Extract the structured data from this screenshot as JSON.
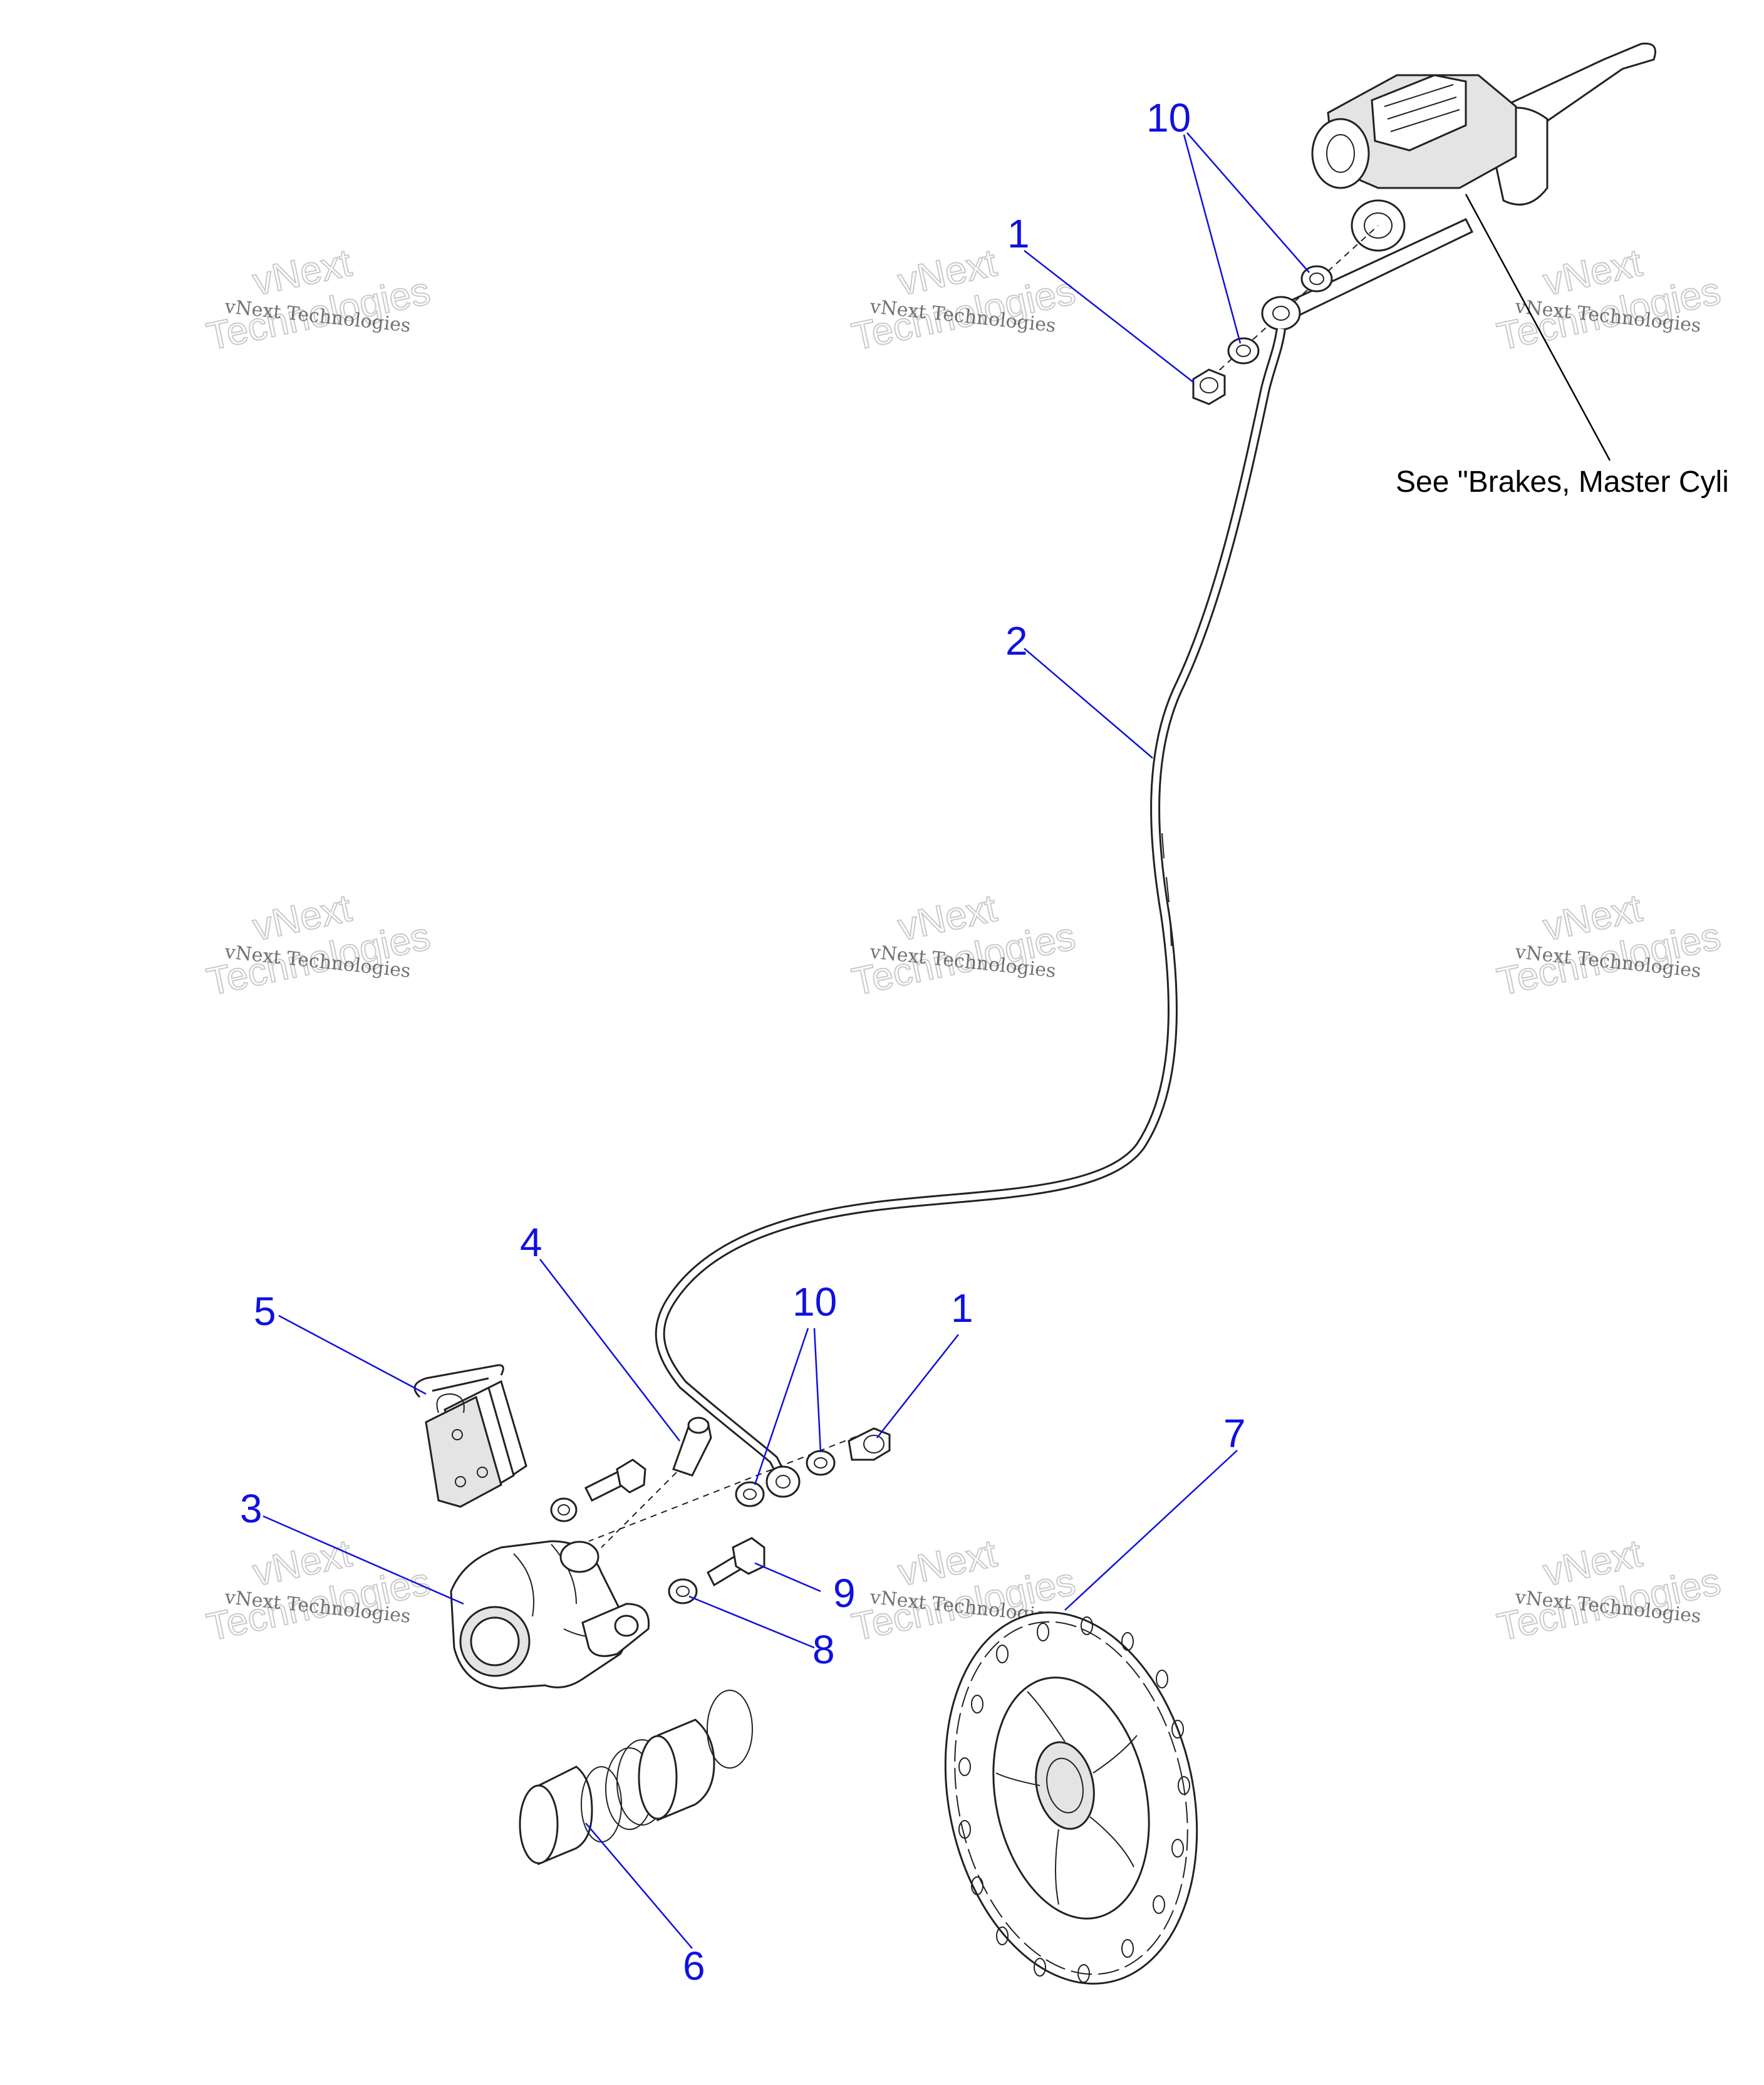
{
  "callouts": {
    "c10_top": "10",
    "c1_top": "1",
    "c2": "2",
    "c4": "4",
    "c5": "5",
    "c10_bottom": "10",
    "c1_bottom": "1",
    "c7": "7",
    "c3": "3",
    "c9": "9",
    "c8": "8",
    "c6": "6"
  },
  "note": {
    "text": "See \"Brakes, Master Cyli"
  },
  "watermark": {
    "line1": "vNext Technologies",
    "line2": "vNext",
    "line3": "Technologies"
  },
  "colors": {
    "callout": "#1010e0",
    "line_art": "#222222"
  }
}
